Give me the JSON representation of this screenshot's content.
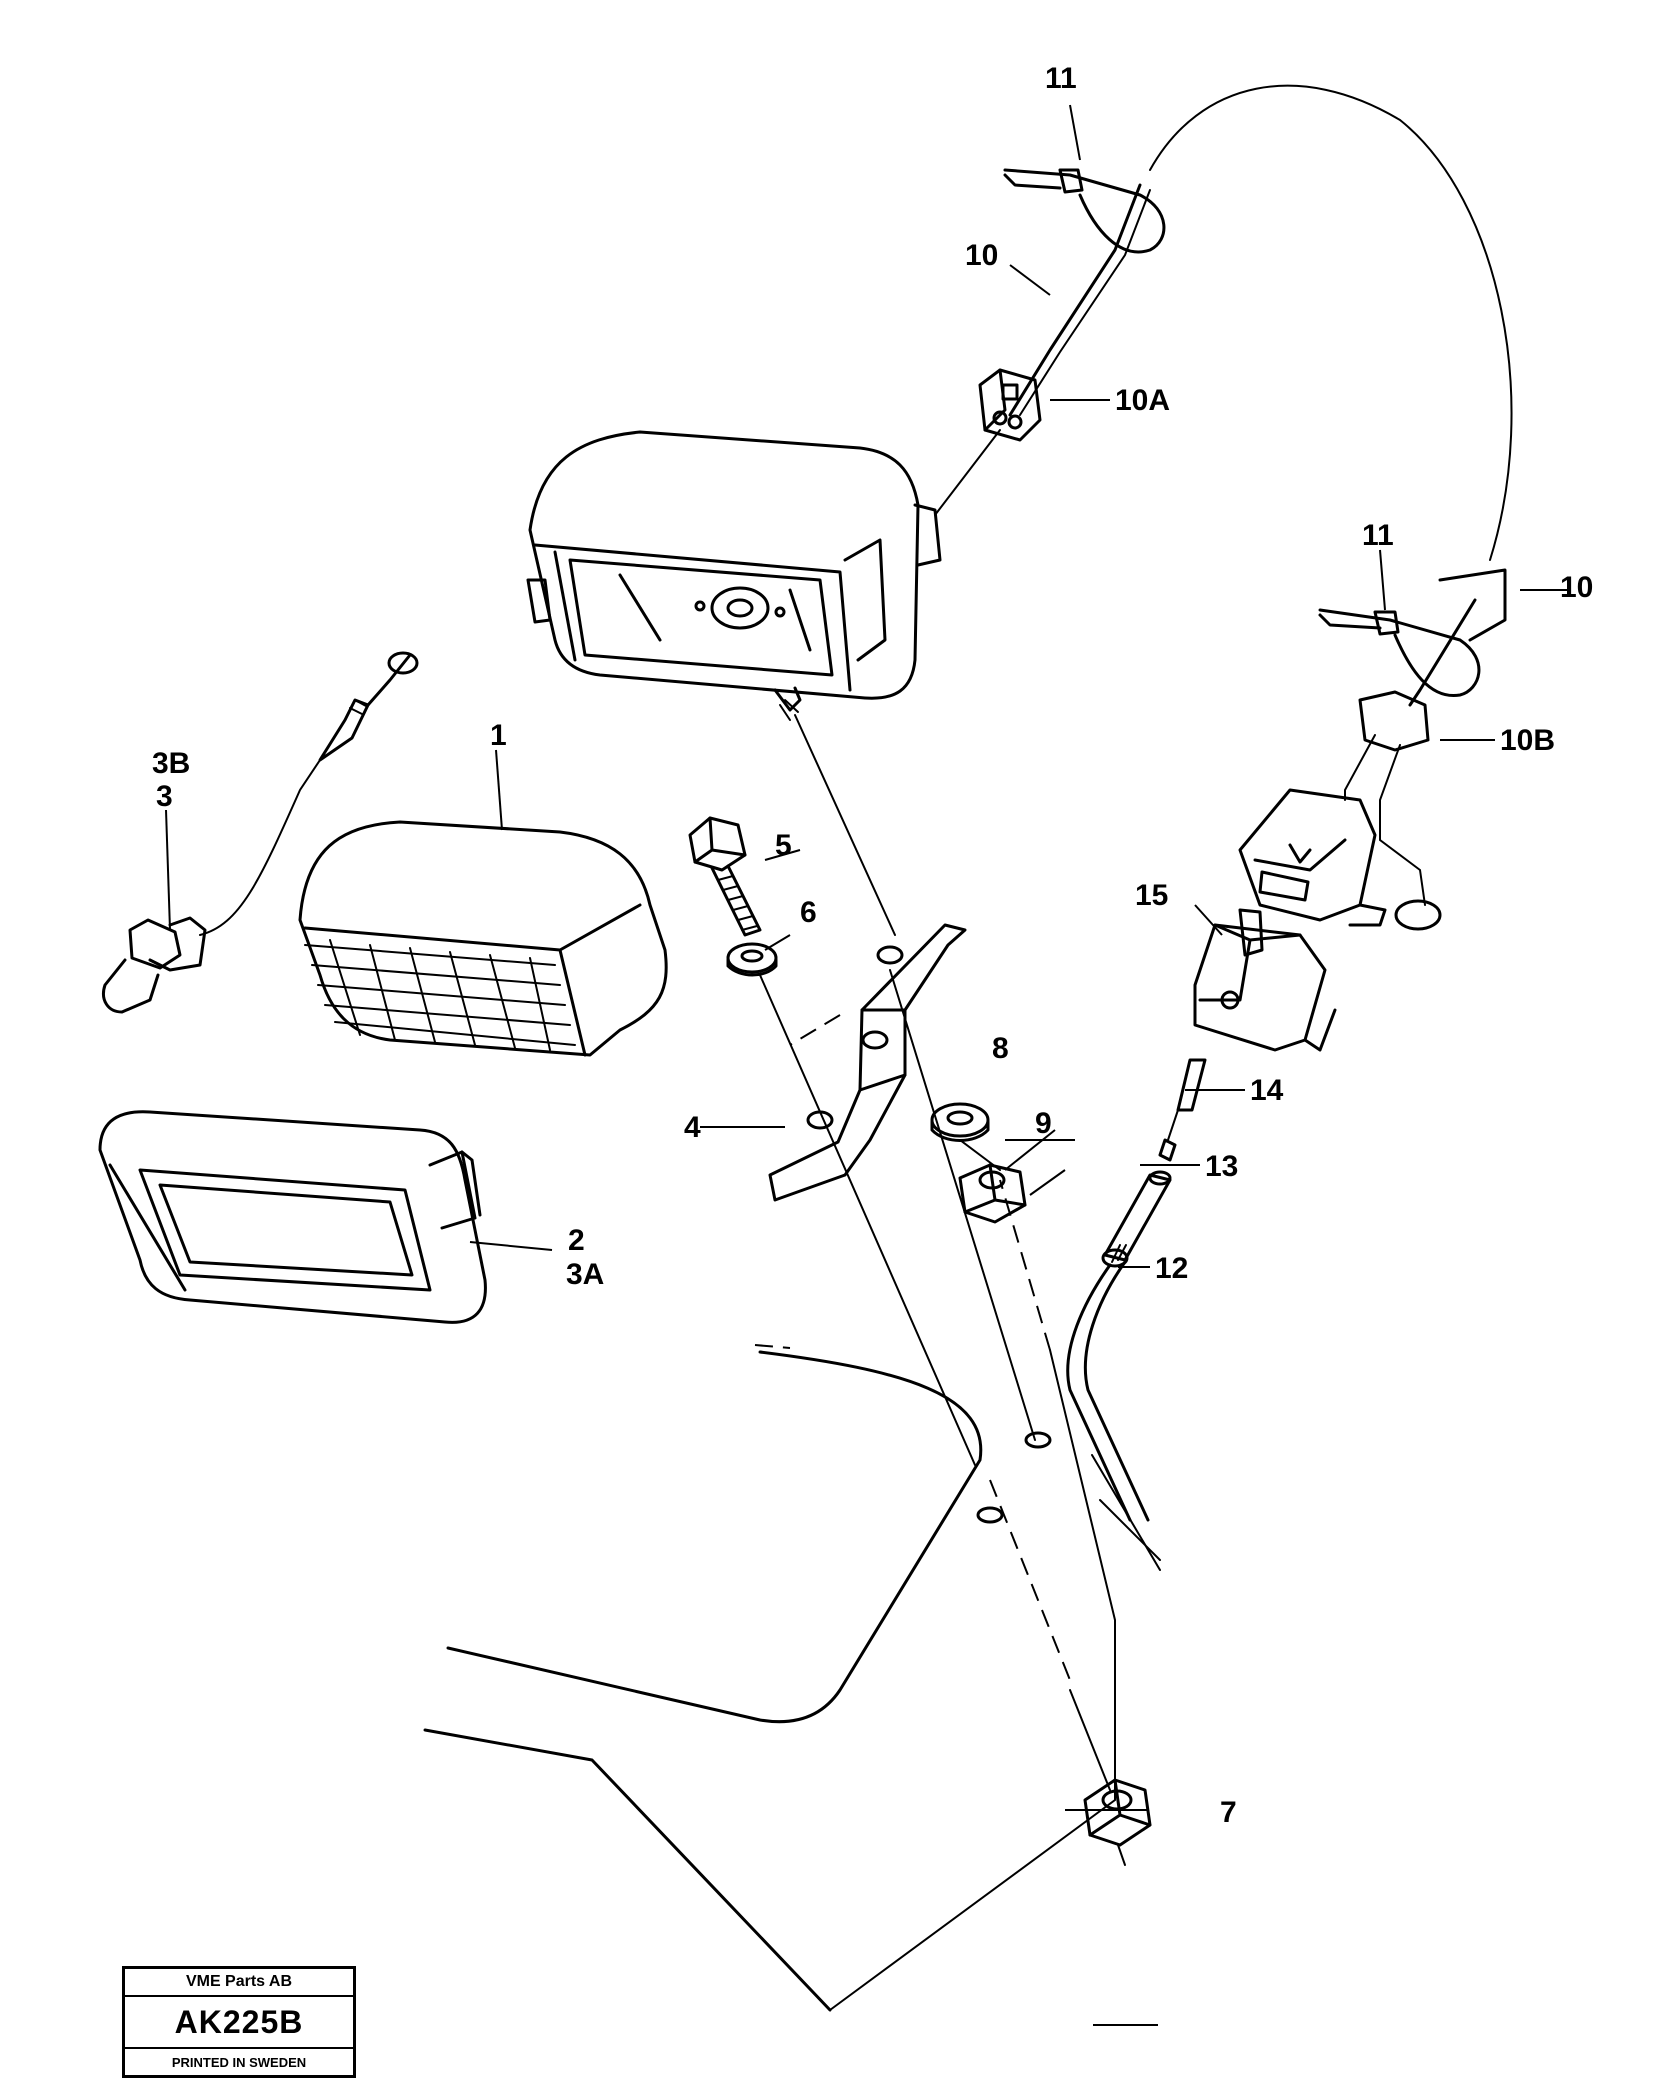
{
  "callouts": {
    "c1": "1",
    "c2": "2",
    "c3A": "3A",
    "c3": "3",
    "c3B": "3B",
    "c4": "4",
    "c5": "5",
    "c6": "6",
    "c7": "7",
    "c8": "8",
    "c9": "9",
    "c10_top": "10",
    "c10_right": "10",
    "c10A": "10A",
    "c10B": "10B",
    "c11_top": "11",
    "c11_right": "11",
    "c12": "12",
    "c13": "13",
    "c14": "14",
    "c15": "15"
  },
  "title_block": {
    "company": "VME Parts AB",
    "code": "AK225B",
    "printed": "PRINTED IN SWEDEN"
  }
}
